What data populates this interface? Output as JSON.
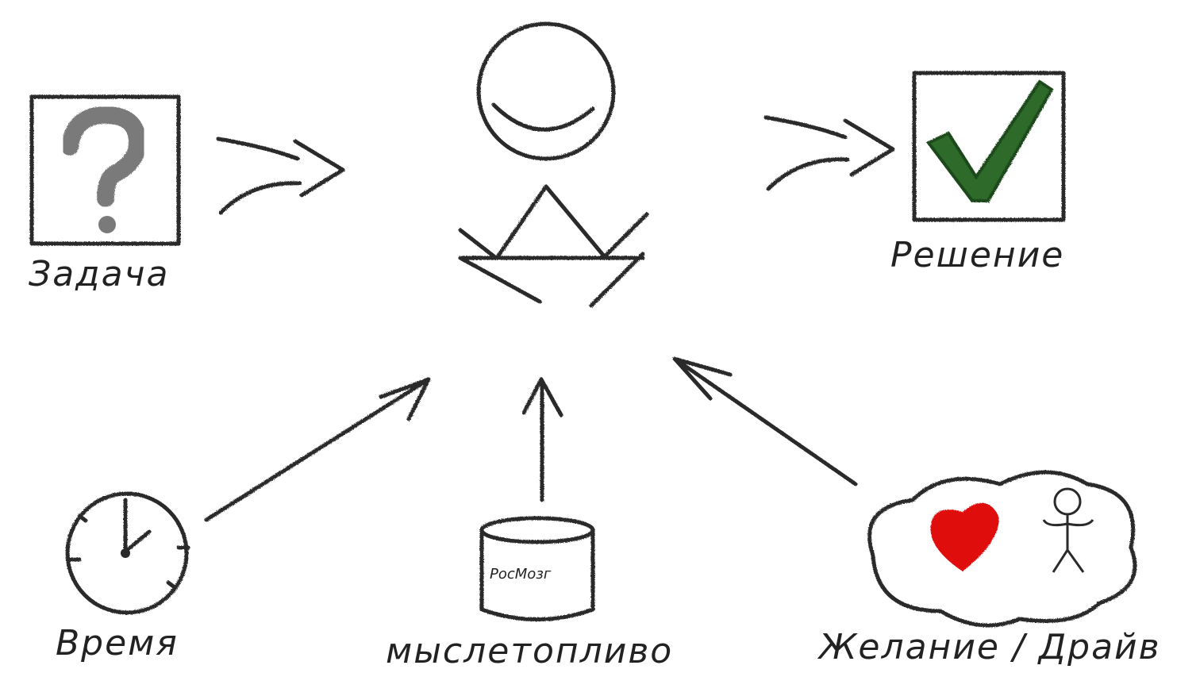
{
  "labels": {
    "task": "Задача",
    "solution": "Решение",
    "time": "Время",
    "fuel": "мыслетопливо",
    "barrel": "РосМозг",
    "desire": "Желание / Драйв"
  },
  "colors": {
    "pencil": "#2a2a2a",
    "question": "#7a7a7a",
    "check": "#2e6b2a",
    "heart": "#e01010"
  }
}
